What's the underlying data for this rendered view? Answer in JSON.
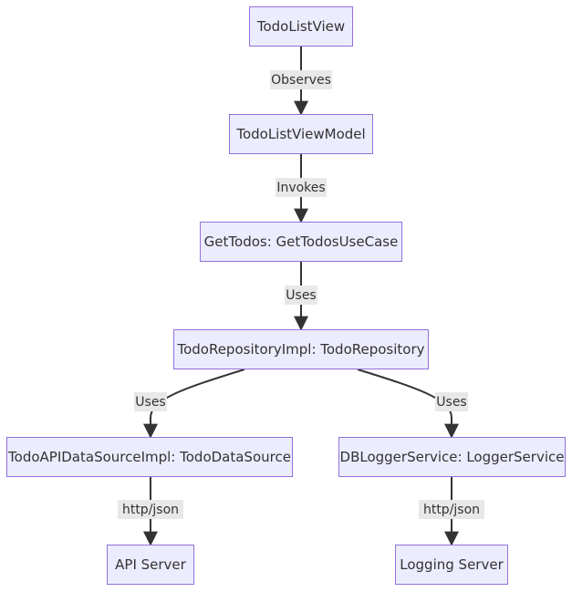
{
  "diagram": {
    "nodes": {
      "view": "TodoListView",
      "viewmodel": "TodoListViewModel",
      "usecase": "GetTodos: GetTodosUseCase",
      "repository": "TodoRepositoryImpl: TodoRepository",
      "datasource": "TodoAPIDataSourceImpl: TodoDataSource",
      "logger": "DBLoggerService: LoggerService",
      "api_server": "API Server",
      "logging_server": "Logging Server"
    },
    "edges": {
      "view_viewmodel": "Observes",
      "viewmodel_usecase": "Invokes",
      "usecase_repository": "Uses",
      "repository_datasource": "Uses",
      "repository_logger": "Uses",
      "datasource_api": "http/json",
      "logger_logging": "http/json"
    },
    "colors": {
      "node_fill": "#ececff",
      "node_border": "#9370db",
      "edge": "#333333",
      "label_bg": "#e8e8e8"
    }
  }
}
